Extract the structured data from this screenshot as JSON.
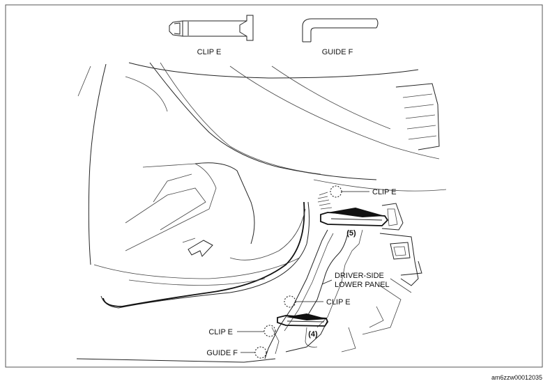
{
  "legend": {
    "clip_label": "CLIP E",
    "guide_label": "GUIDE F"
  },
  "callouts": {
    "clip_e_top": "CLIP E",
    "panel_line1": "DRIVER-SIDE",
    "panel_line2": "LOWER PANEL",
    "clip_e_mid": "CLIP E",
    "clip_e_left": "CLIP E",
    "guide_f_left": "GUIDE F",
    "step_5": "(5)",
    "step_4": "(4)"
  },
  "reference_code": "am6zzw00012035",
  "colors": {
    "line": "#222222",
    "frame": "#555555",
    "fill_dark": "#111111"
  }
}
